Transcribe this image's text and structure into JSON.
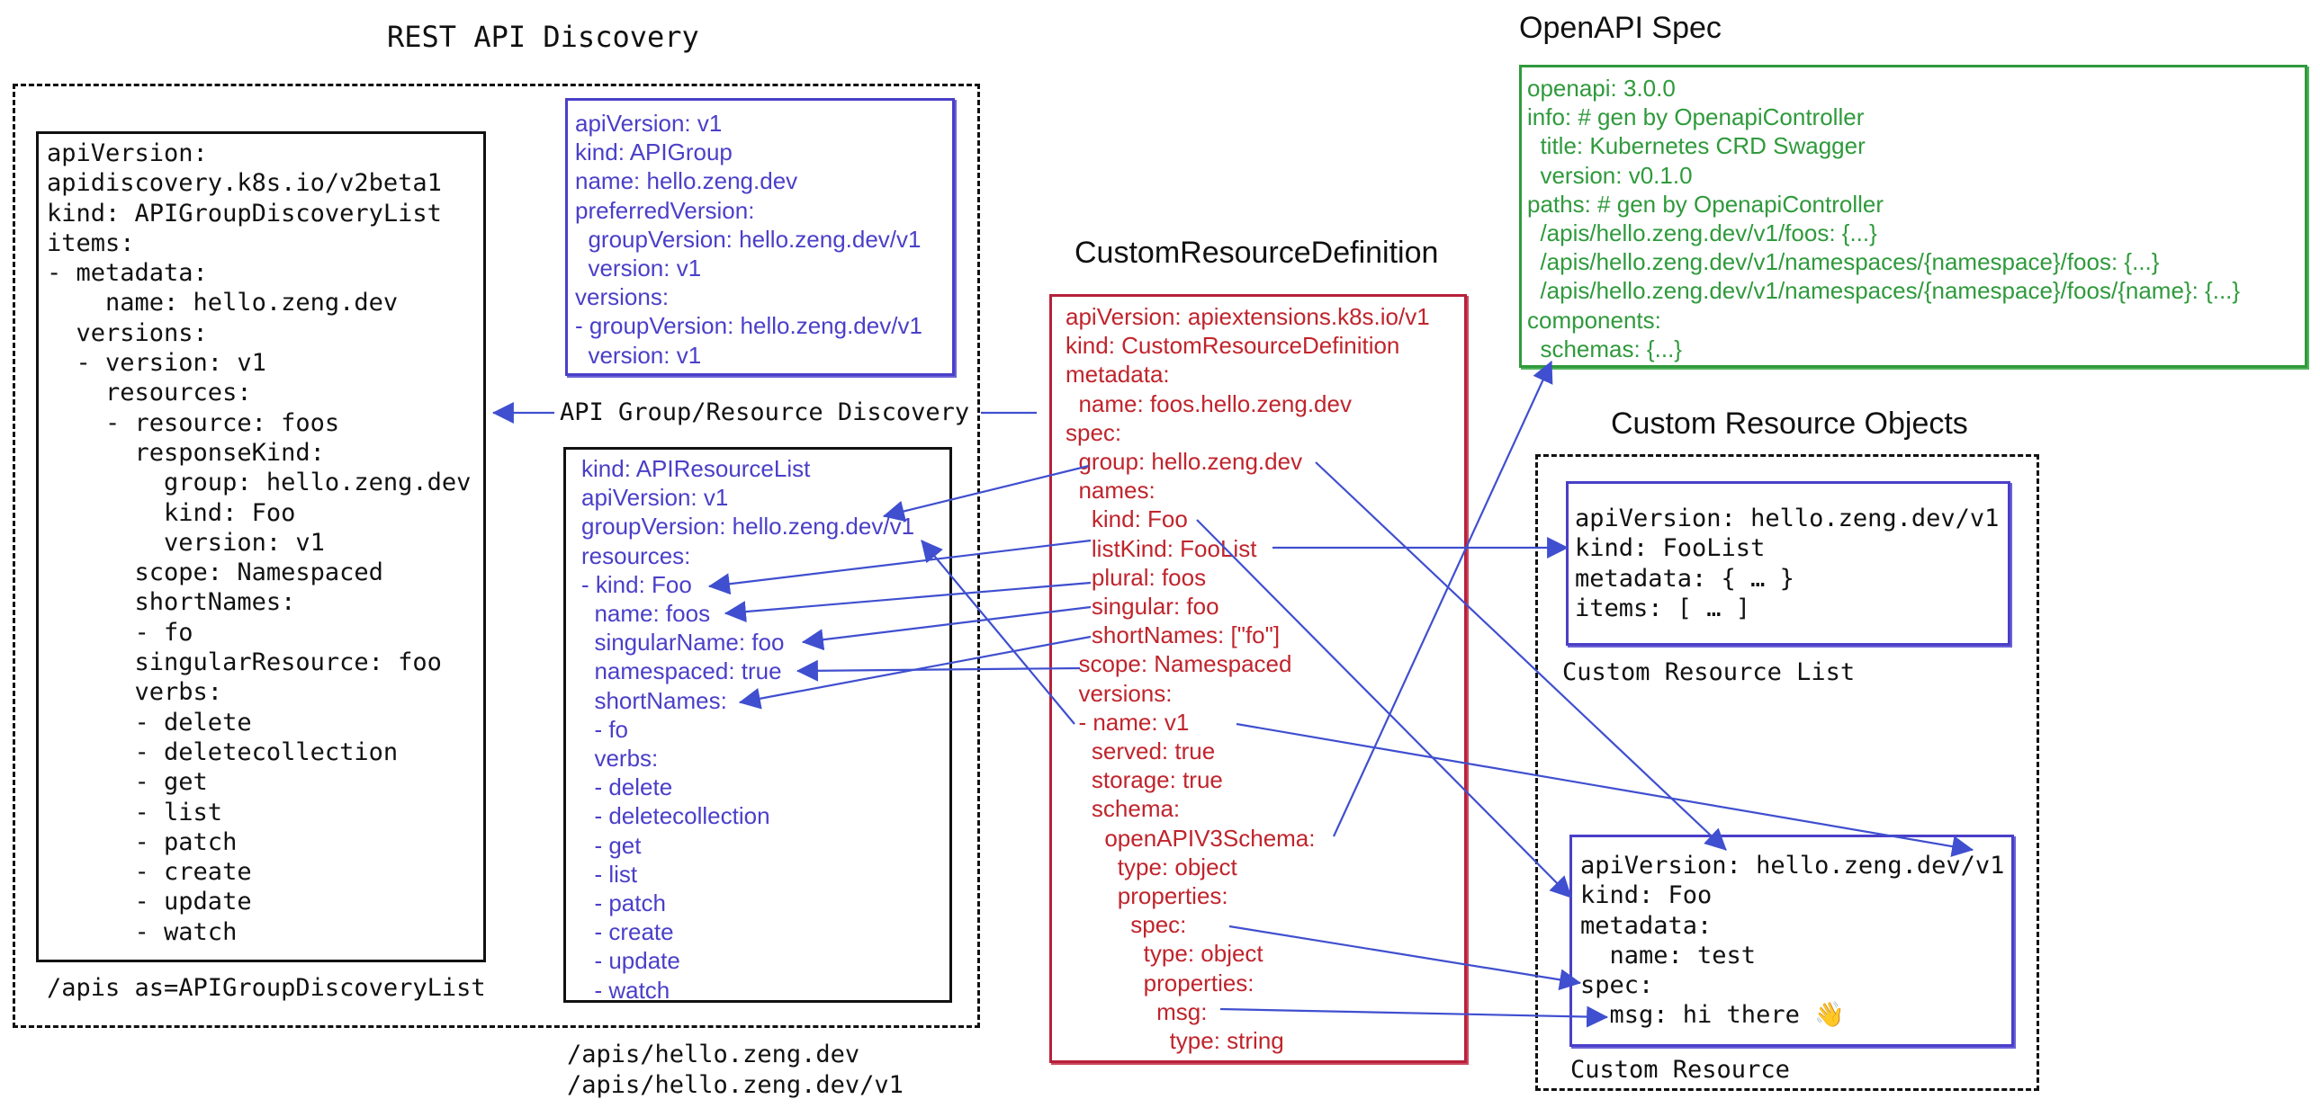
{
  "titles": {
    "rest_api_discovery": "REST API Discovery",
    "openapi_spec": "OpenAPI Spec",
    "crd": "CustomResourceDefinition",
    "custom_resource_objects": "Custom Resource Objects"
  },
  "labels": {
    "api_group_resource_discovery": "API Group/Resource Discovery",
    "apis_as": "/apis as=APIGroupDiscoveryList",
    "apis_paths": [
      "/apis/hello.zeng.dev",
      "/apis/hello.zeng.dev/v1"
    ],
    "custom_resource_list": "Custom Resource List",
    "custom_resource": "Custom Resource"
  },
  "discovery_list_yaml": [
    "apiVersion:",
    "apidiscovery.k8s.io/v2beta1",
    "kind: APIGroupDiscoveryList",
    "items:",
    "- metadata:",
    "    name: hello.zeng.dev",
    "  versions:",
    "  - version: v1",
    "    resources:",
    "    - resource: foos",
    "      responseKind:",
    "        group: hello.zeng.dev",
    "        kind: Foo",
    "        version: v1",
    "      scope: Namespaced",
    "      shortNames:",
    "      - fo",
    "      singularResource: foo",
    "      verbs:",
    "      - delete",
    "      - deletecollection",
    "      - get",
    "      - list",
    "      - patch",
    "      - create",
    "      - update",
    "      - watch"
  ],
  "api_group_yaml": [
    "apiVersion: v1",
    "kind: APIGroup",
    "name: hello.zeng.dev",
    "preferredVersion:",
    "  groupVersion: hello.zeng.dev/v1",
    "  version: v1",
    "versions:",
    "- groupVersion: hello.zeng.dev/v1",
    "  version: v1"
  ],
  "api_resource_list_yaml": [
    "kind: APIResourceList",
    "apiVersion: v1",
    "groupVersion: hello.zeng.dev/v1",
    "resources:",
    "- kind: Foo",
    "  name: foos",
    "  singularName: foo",
    "  namespaced: true",
    "  shortNames:",
    "  - fo",
    "  verbs:",
    "  - delete",
    "  - deletecollection",
    "  - get",
    "  - list",
    "  - patch",
    "  - create",
    "  - update",
    "  - watch"
  ],
  "crd_yaml": [
    "apiVersion: apiextensions.k8s.io/v1",
    "kind: CustomResourceDefinition",
    "metadata:",
    "  name: foos.hello.zeng.dev",
    "spec:",
    "  group: hello.zeng.dev",
    "  names:",
    "    kind: Foo",
    "    listKind: FooList",
    "    plural: foos",
    "    singular: foo",
    "    shortNames: [\"fo\"]",
    "  scope: Namespaced",
    "  versions:",
    "  - name: v1",
    "    served: true",
    "    storage: true",
    "    schema:",
    "      openAPIV3Schema:",
    "        type: object",
    "        properties:",
    "          spec:",
    "            type: object",
    "            properties:",
    "              msg:",
    "                type: string"
  ],
  "openapi_yaml": [
    "openapi: 3.0.0",
    "info: # gen by OpenapiController",
    "  title: Kubernetes CRD Swagger",
    "  version: v0.1.0",
    "paths: # gen by OpenapiController",
    "  /apis/hello.zeng.dev/v1/foos: {...}",
    "  /apis/hello.zeng.dev/v1/namespaces/{namespace}/foos: {...}",
    "  /apis/hello.zeng.dev/v1/namespaces/{namespace}/foos/{name}: {...}",
    "components:",
    "  schemas: {...}"
  ],
  "foo_list_yaml": [
    "apiVersion: hello.zeng.dev/v1",
    "kind: FooList",
    "metadata: { … }",
    "items: [ … ]"
  ],
  "foo_yaml": [
    "apiVersion: hello.zeng.dev/v1",
    "kind: Foo",
    "metadata:",
    "  name: test",
    "spec:",
    "  msg: hi there 👋"
  ],
  "colors": {
    "blue": "#4a3fc8",
    "red": "#c0242c",
    "green": "#2f9a3c",
    "black": "#111111"
  }
}
